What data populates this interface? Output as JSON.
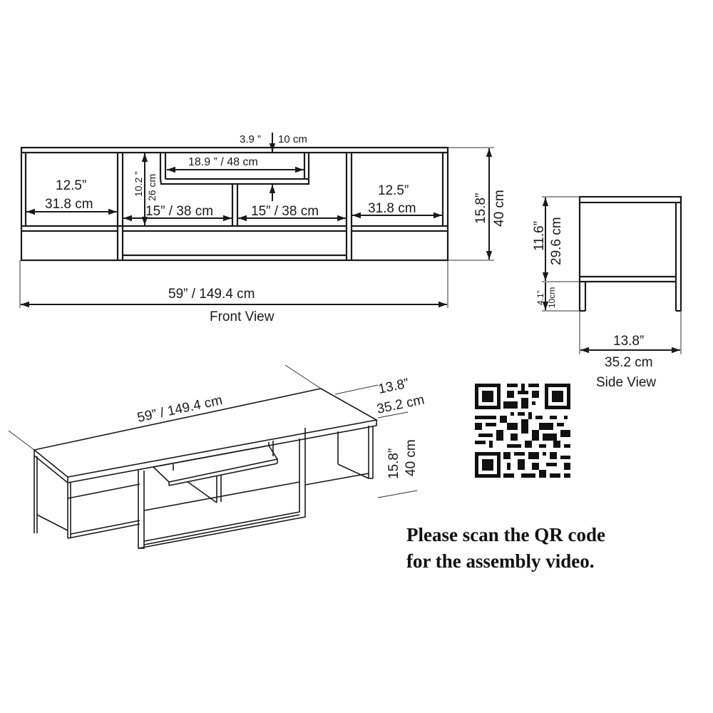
{
  "front_view": {
    "caption": "Front View",
    "top_gap": "3.9 ”  10 cm",
    "top_gap_in": "3.9 ”",
    "top_gap_cm": "10 cm",
    "drawer_width": "18.9 ” / 48 cm",
    "inner_height_in": "10.2 ”",
    "inner_height_cm": "26 cm",
    "left_compartment_in": "12.5”",
    "left_compartment_cm": "31.8 cm",
    "center_left_width": "15” / 38 cm",
    "center_right_width": "15” / 38 cm",
    "right_compartment_in": "12.5”",
    "right_compartment_cm": "31.8 cm",
    "height_in": "15.8”",
    "height_cm": "40 cm",
    "total_width": "59” / 149.4 cm"
  },
  "side_view": {
    "caption": "Side View",
    "body_height_in": "11.6”",
    "body_height_cm": "29.6 cm",
    "leg_height_in": "4.1”",
    "leg_height_cm": "10cm",
    "depth_in": "13.8”",
    "depth_cm": "35.2 cm"
  },
  "perspective_view": {
    "width": "59” / 149.4 cm",
    "depth_in": "13.8”",
    "depth_cm": "35.2 cm",
    "height_in": "15.8”",
    "height_cm": "40 cm"
  },
  "qr_code": {
    "label": "qr-code-assembly-video"
  },
  "note": {
    "line1": "Please scan the QR code",
    "line2": "for the assembly video."
  }
}
